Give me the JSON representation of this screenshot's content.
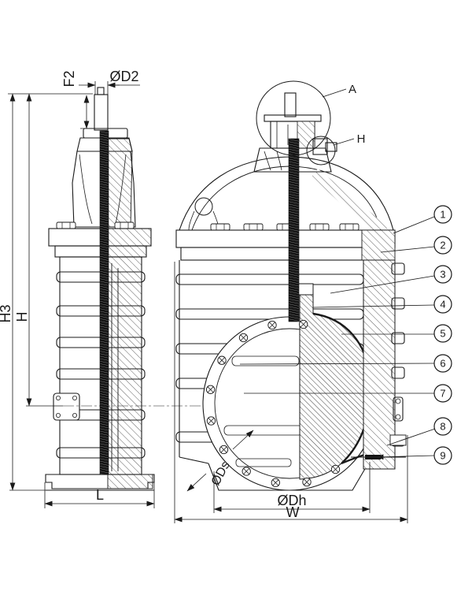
{
  "drawing": {
    "type": "engineering-section-drawing",
    "subject": "gate-valve two-view sectional drawing",
    "colors": {
      "line": "#1a1a1a",
      "background": "#ffffff"
    }
  },
  "left_view": {
    "dims": {
      "f2": "F2",
      "d2": "ØD2",
      "h3": "H3",
      "h": "H",
      "l": "L"
    }
  },
  "right_view": {
    "details": {
      "a": "A",
      "h": "H"
    },
    "dims": {
      "ds": "ØDs",
      "dh": "ØDh",
      "w": "W"
    },
    "callouts": [
      "1",
      "2",
      "3",
      "4",
      "5",
      "6",
      "7",
      "8",
      "9"
    ]
  }
}
